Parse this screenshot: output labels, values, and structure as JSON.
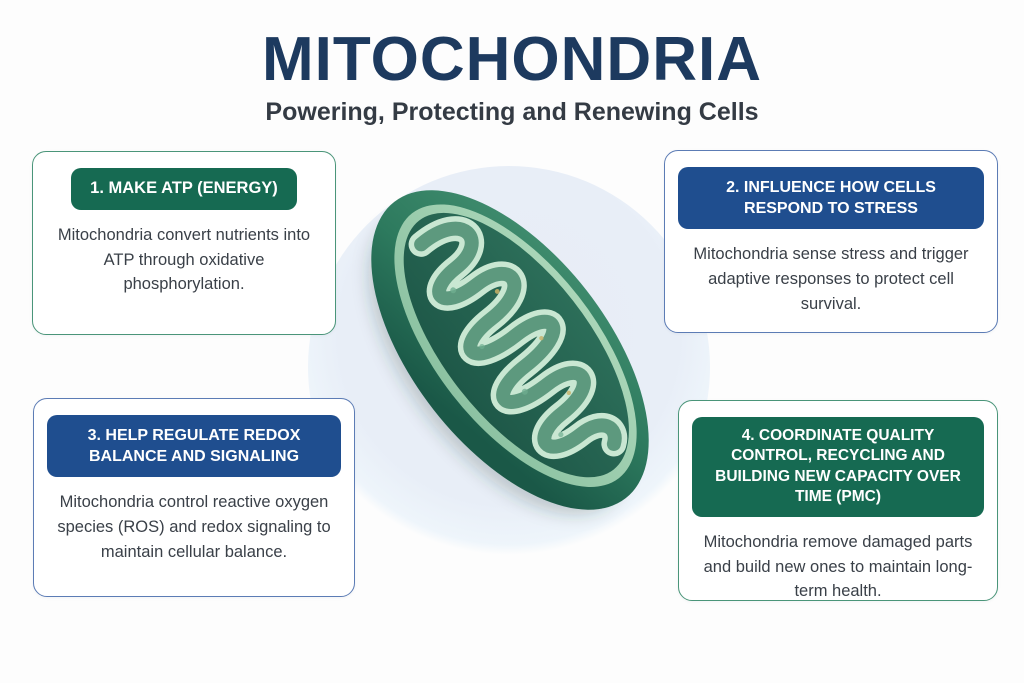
{
  "header": {
    "title": "MITOCHONDRIA",
    "subtitle": "Powering, Protecting and Renewing Cells"
  },
  "illustration": {
    "name": "mitochondrion-cross-section",
    "description": "3D cross-section of a green mitochondrion with winding cristae on a soft blue circular halo"
  },
  "cards": [
    {
      "accent": "green",
      "heading": "1. MAKE ATP (ENERGY)",
      "body": "Mitochondria convert nutrients into ATP through oxidative phosphorylation."
    },
    {
      "accent": "blue",
      "heading": "2. INFLUENCE HOW CELLS RESPOND TO STRESS",
      "body": "Mitochondria sense stress and trigger adaptive responses to protect cell survival."
    },
    {
      "accent": "blue",
      "heading": "3. HELP REGULATE REDOX BALANCE AND SIGNALING",
      "body": "Mitochondria control reactive oxygen species (ROS) and redox signaling to maintain cellular balance."
    },
    {
      "accent": "green",
      "heading": "4. COORDINATE QUALITY CONTROL, RECYCLING AND BUILDING NEW CAPACITY OVER TIME (PMC)",
      "body": "Mitochondria remove damaged parts and build new ones to maintain long-term health."
    }
  ],
  "colors": {
    "title_navy": "#1d3a5f",
    "subtitle_gray": "#343b44",
    "green_header": "#166a52",
    "blue_header": "#1f4e8f",
    "green_border": "#4a9579",
    "blue_border": "#5c7cb5",
    "body_text": "#3a4048",
    "halo_blue": "#e8eef7",
    "mito_outer_green": "#2d7a5e",
    "mito_matrix_teal": "#215a49",
    "cristae_pale_mint": "#c9e7d2",
    "cristae_mid_green": "#5d997e",
    "page_background": "#fdfdfd"
  }
}
